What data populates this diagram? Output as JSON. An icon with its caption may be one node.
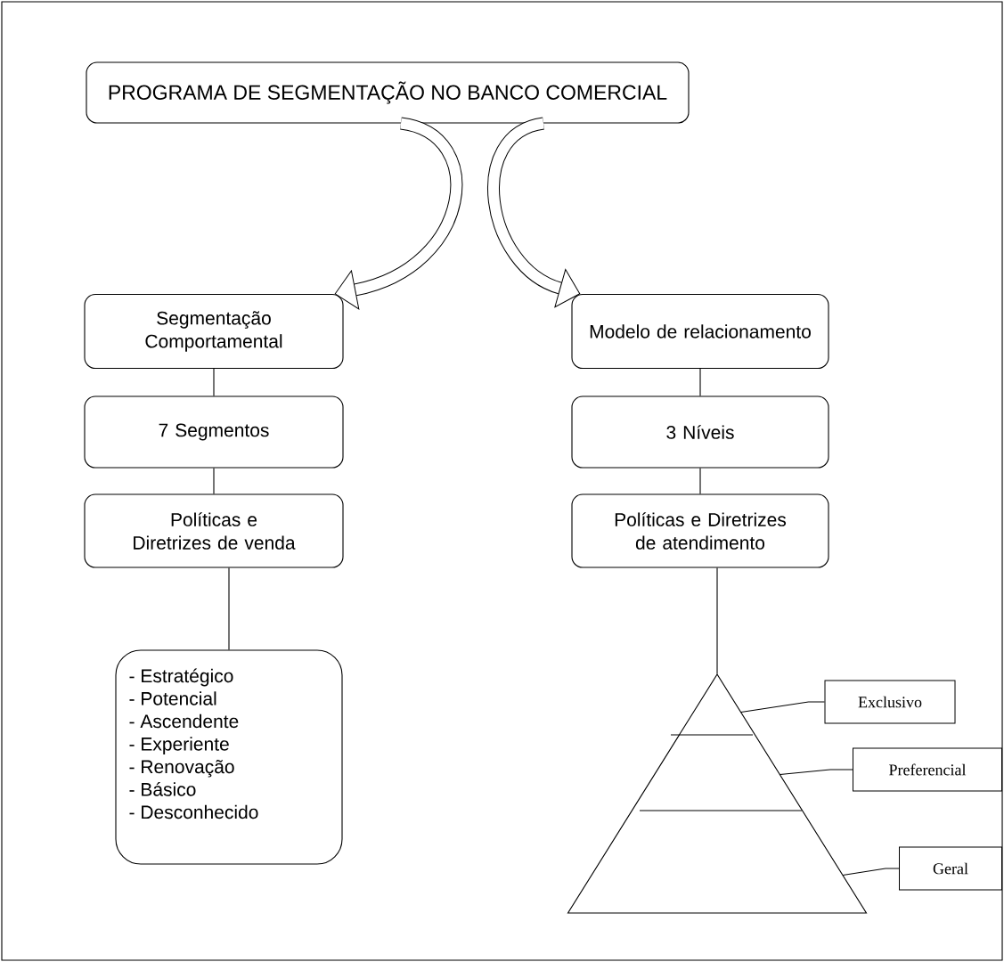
{
  "diagram": {
    "nodes": [
      {
        "text": [
          "PROGRAMA DE SEGMENTAÇÃO NO BANCO COMERCIAL"
        ]
      },
      {
        "text": [
          "Segmentação Comportamental"
        ]
      },
      {
        "text": [
          "7 Segmentos"
        ]
      },
      {
        "text": [
          "Políticas e Diretrizes de venda"
        ]
      },
      {
        "text": [
          "- Estratégico",
          "- Potencial",
          "- Ascendente",
          "- Experiente",
          "- Renovação",
          "- Básico",
          "- Desconhecido"
        ]
      },
      {
        "text": [
          "Modelo de relacionamento"
        ]
      },
      {
        "text": [
          "3 Níveis"
        ]
      },
      {
        "text": [
          "Políticas e Diretrizes de atendimento"
        ]
      },
      {
        "text": [],
        "shape": "triangle"
      },
      {
        "text": [
          "Exclusivo"
        ]
      },
      {
        "text": [
          "Preferencial"
        ]
      },
      {
        "text": [
          "Geral"
        ]
      }
    ],
    "edges": [
      {
        "from": 0,
        "to": 1,
        "arrow": "to",
        "style": "thick"
      },
      {
        "from": 0,
        "to": 5,
        "arrow": "to",
        "style": "thick"
      },
      {
        "from": 1,
        "to": 2,
        "arrow": "none"
      },
      {
        "from": 2,
        "to": 3,
        "arrow": "none"
      },
      {
        "from": 3,
        "to": 4,
        "arrow": "none"
      },
      {
        "from": 5,
        "to": 6,
        "arrow": "none"
      },
      {
        "from": 6,
        "to": 7,
        "arrow": "none"
      },
      {
        "from": 7,
        "to": 8,
        "arrow": "none"
      },
      {
        "from": 9,
        "to": 8,
        "arrow": "none"
      },
      {
        "from": 10,
        "to": 8,
        "arrow": "none"
      },
      {
        "from": 11,
        "to": 8,
        "arrow": "none"
      }
    ]
  }
}
